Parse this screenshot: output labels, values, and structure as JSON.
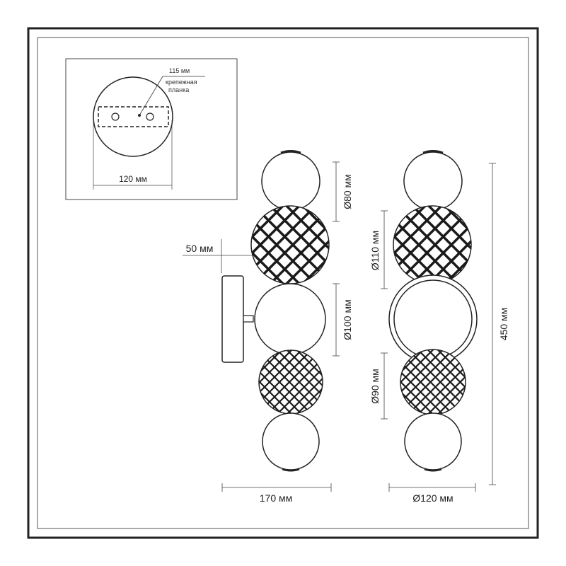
{
  "inset": {
    "plate_width_label": "115 мм",
    "plate_name_line1": "крепежная",
    "plate_name_line2": "планка",
    "canopy_diameter_label": "120 мм"
  },
  "side_view": {
    "ball1_label": "Ø80 мм",
    "ball3_label": "Ø100 мм",
    "projection_label": "50 мм",
    "width_label": "170 мм"
  },
  "front_view": {
    "ball2_label": "Ø110 мм",
    "ball4_label": "Ø90 мм",
    "height_label": "450 мм",
    "width_label": "Ø120 мм"
  }
}
